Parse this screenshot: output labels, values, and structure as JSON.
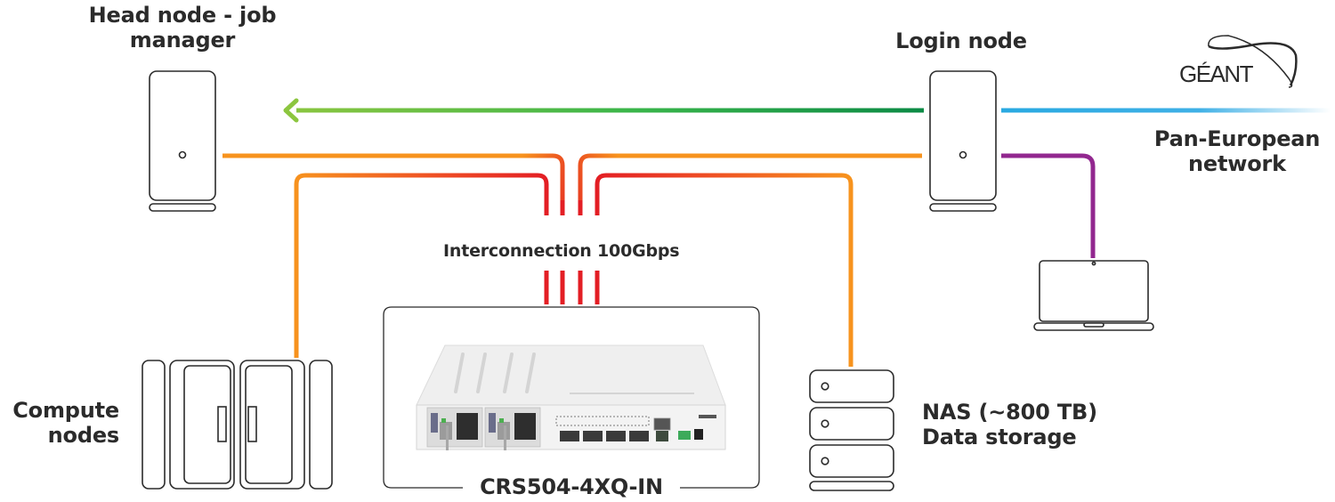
{
  "diagram": {
    "title": "HPC cluster network topology",
    "nodes": {
      "head_node": {
        "label": "Head node - job manager",
        "label_lines": [
          "Head node - job",
          "manager"
        ]
      },
      "login_node": {
        "label": "Login node"
      },
      "compute_nodes": {
        "label": "Compute nodes",
        "label_lines": [
          "Compute",
          "nodes"
        ]
      },
      "nas": {
        "label_lines": [
          "NAS (~800 TB)",
          "Data storage"
        ]
      },
      "switch": {
        "label": "CRS504-4XQ-IN"
      },
      "laptop": {
        "label": ""
      },
      "external_network": {
        "logo": "GÉANT",
        "label_lines": [
          "Pan-European",
          "network"
        ]
      }
    },
    "interconnect_label": "Interconnection 100Gbps",
    "colors": {
      "green_start": "#8cc63f",
      "green_end": "#0b8a45",
      "orange": "#f7931e",
      "red": "#e31e24",
      "blue": "#29a9e1",
      "purple": "#92278f",
      "outline": "#2b2b2b",
      "text": "#2b2b2b"
    },
    "edges": [
      {
        "from": "login_node",
        "to": "head_node",
        "color": "green",
        "directed": true
      },
      {
        "from": "head_node",
        "to": "switch",
        "color": "orange-red"
      },
      {
        "from": "compute_nodes",
        "to": "switch",
        "color": "orange-red"
      },
      {
        "from": "login_node",
        "to": "switch",
        "color": "orange-red"
      },
      {
        "from": "nas",
        "to": "switch",
        "color": "orange-red"
      },
      {
        "from": "login_node",
        "to": "external_network",
        "color": "blue"
      },
      {
        "from": "login_node",
        "to": "laptop",
        "color": "purple"
      }
    ]
  }
}
